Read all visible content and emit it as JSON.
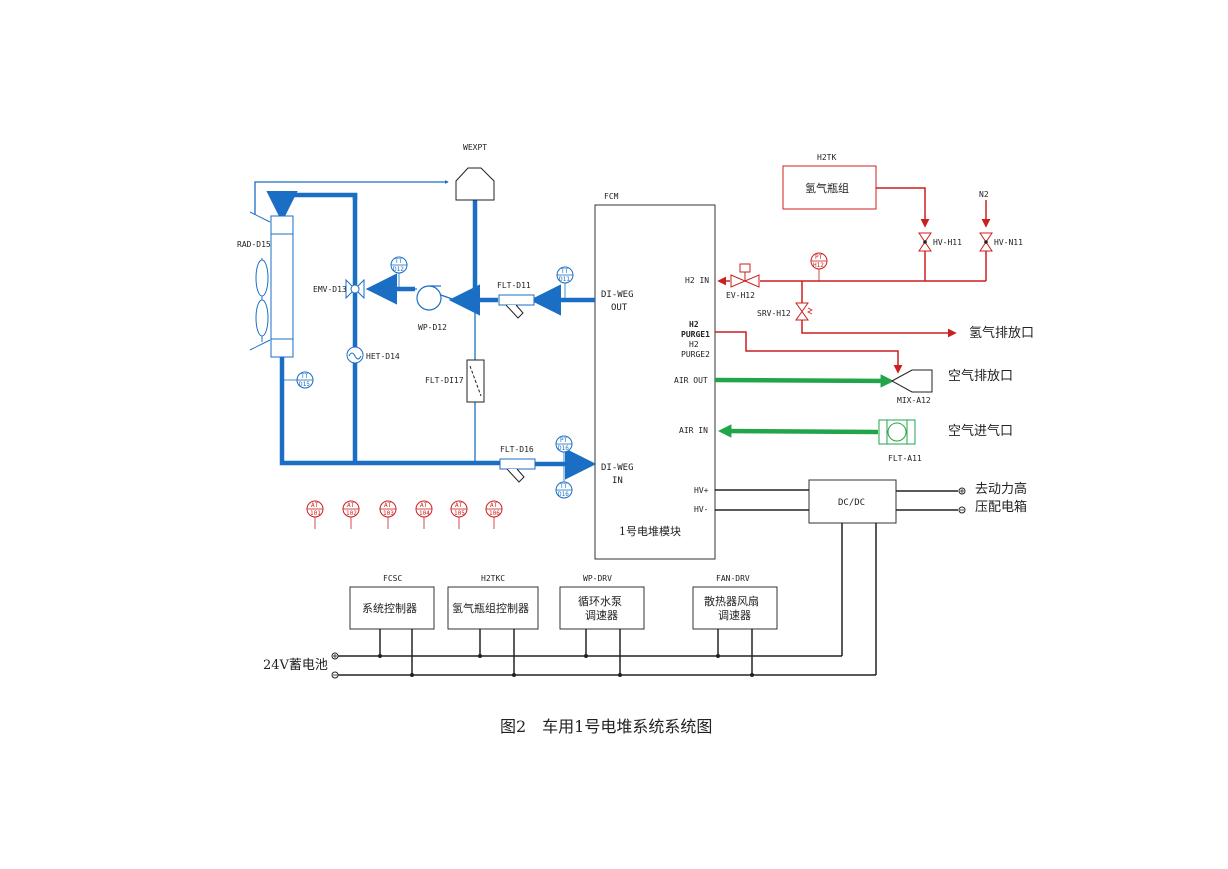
{
  "colors": {
    "coolant": "#1a6fc4",
    "hydrogen": "#cc1f1f",
    "air": "#22a54a",
    "electric": "#222222"
  },
  "labels": {
    "wexpt": "WEXPT",
    "fcm": "FCM",
    "h2tk_tag": "H2TK",
    "h2tk_box": "氢气瓶组",
    "n2": "N2",
    "hv_h11": "HV-H11",
    "hv_n11": "HV-N11",
    "pt_h12_a": "PT",
    "pt_h12_b": "H12",
    "ev_h12": "EV-H12",
    "srv_h12": "SRV-H12",
    "h2_vent": "氢气排放口",
    "h2_in": "H2 IN",
    "h2_purge1_a": "H2",
    "h2_purge1_b": "PURGE1",
    "h2_purge2_a": "H2",
    "h2_purge2_b": "PURGE2",
    "air_out": "AIR OUT",
    "air_in": "AIR IN",
    "mix_a12": "MIX-A12",
    "flt_a11": "FLT-A11",
    "air_vent": "空气排放口",
    "air_intake": "空气进气口",
    "di_weg_out_a": "DI-WEG",
    "di_weg_out_b": "OUT",
    "di_weg_in_a": "DI-WEG",
    "di_weg_in_b": "IN",
    "hv_plus": "HV+",
    "hv_minus": "HV-",
    "stack_module": "1号电堆模块",
    "dcdc": "DC/DC",
    "to_hv_box_a": "去动力高",
    "to_hv_box_b": "压配电箱",
    "rad_d15": "RAD-D15",
    "emv_d13": "EMV-D13",
    "het_d14": "HET-D14",
    "wp_d12": "WP-D12",
    "flt_d11": "FLT-D11",
    "flt_di17": "FLT-DI17",
    "flt_d16": "FLT-D16",
    "tt_d12_a": "TT",
    "tt_d12_b": "D12",
    "tt_d11_a": "TT",
    "tt_d11_b": "D11",
    "tt_d15_a": "TT",
    "tt_d15_b": "D15",
    "pt_d16_a": "PT",
    "pt_d16_b": "D16",
    "tt_d16_a": "TT",
    "tt_d16_b": "D16",
    "battery": "24V蓄电池",
    "caption": "图2　车用1号电堆系统系统图"
  },
  "analyzers": [
    {
      "tag": "AT",
      "num": "101"
    },
    {
      "tag": "AT",
      "num": "102"
    },
    {
      "tag": "AT",
      "num": "103"
    },
    {
      "tag": "AT",
      "num": "104"
    },
    {
      "tag": "AT",
      "num": "105"
    },
    {
      "tag": "AT",
      "num": "106"
    }
  ],
  "controllers": [
    {
      "tag": "FCSC",
      "line1": "系统控制器",
      "line2": ""
    },
    {
      "tag": "H2TKC",
      "line1": "氢气瓶组控制器",
      "line2": ""
    },
    {
      "tag": "WP-DRV",
      "line1": "循环水泵",
      "line2": "调速器"
    },
    {
      "tag": "FAN-DRV",
      "line1": "散热器风扇",
      "line2": "调速器"
    }
  ]
}
